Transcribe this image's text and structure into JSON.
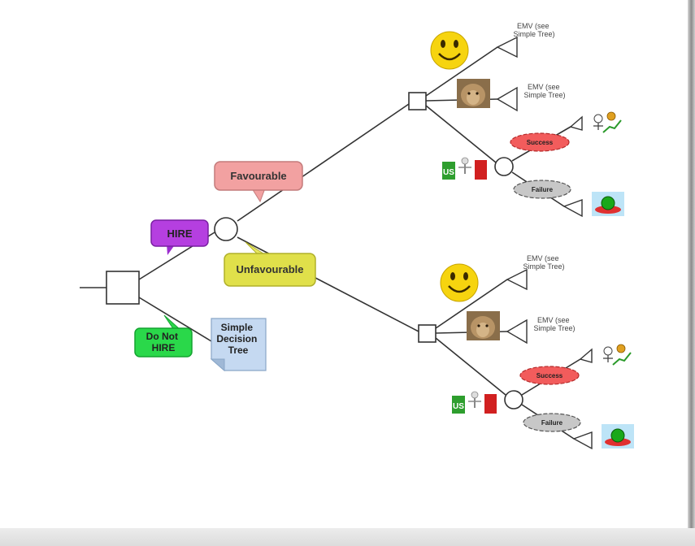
{
  "decision_tree": {
    "root": {
      "left_branch_label": "HIRE",
      "right_branch_label": "Do Not\nHIRE"
    },
    "chance_node": {
      "upper_label": "Favourable",
      "lower_label": "Unfavourable"
    },
    "note": {
      "text": "Simple\nDecision\nTree"
    },
    "sub_trees": [
      {
        "emv_1": "EMV (see\nSimple Tree)",
        "emv_2": "EMV (see\nSimple Tree)",
        "success": "Success",
        "failure": "Failure",
        "icons": [
          "smiley-face-icon",
          "lion-photo-icon",
          "us-vs-them-icon",
          "thumbs-up-money-icon",
          "sinking-money-icon"
        ]
      },
      {
        "emv_1": "EMV (see\nSimple Tree)",
        "emv_2": "EMV (see\nSimple Tree)",
        "success": "Success",
        "failure": "Failure",
        "icons": [
          "smiley-face-icon",
          "lion-photo-icon",
          "us-vs-them-icon",
          "thumbs-up-money-icon",
          "sinking-money-icon"
        ]
      }
    ]
  },
  "colors": {
    "hire": "#b53fe0",
    "favourable": "#f2a1a1",
    "unfavourable": "#e0e04a",
    "do_not_hire": "#2ad84a",
    "note": "#c5d9f1",
    "success": "#f25c5c",
    "failure": "#c7c7c7",
    "line": "#333333"
  }
}
